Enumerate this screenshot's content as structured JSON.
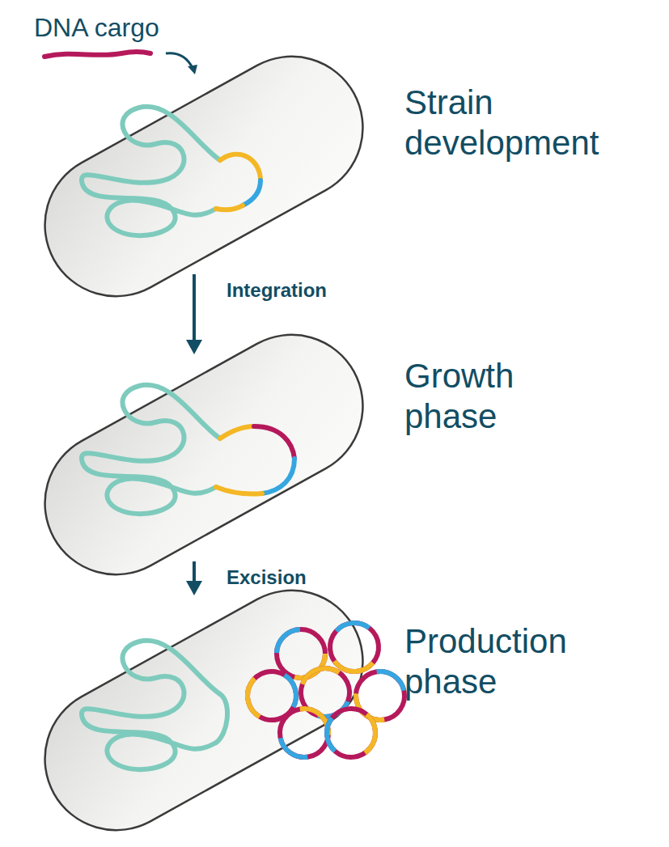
{
  "diagram": {
    "nodes": [
      {
        "text": [
          "Strain development"
        ]
      },
      {
        "text": [
          "Growth phase"
        ]
      },
      {
        "text": [
          "Production phase"
        ]
      }
    ],
    "edges": [
      {
        "from": 0,
        "to": 1,
        "arrow": "to",
        "label": "Integration"
      },
      {
        "from": 1,
        "to": 2,
        "arrow": "to",
        "label": "Excision"
      }
    ],
    "labels": [
      "DNA cargo"
    ]
  }
}
